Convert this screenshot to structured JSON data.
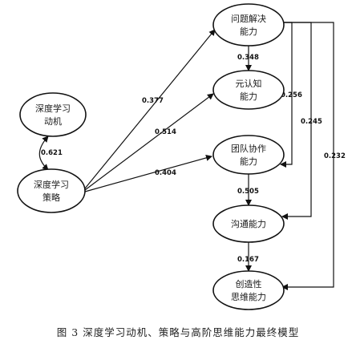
{
  "nodes": {
    "motivation": {
      "line1": "深度学习",
      "line2": "动机"
    },
    "strategy": {
      "line1": "深度学习",
      "line2": "策略"
    },
    "problem": {
      "line1": "问题解决",
      "line2": "能力"
    },
    "metacog": {
      "line1": "元认知",
      "line2": "能力"
    },
    "team": {
      "line1": "团队协作",
      "line2": "能力"
    },
    "comm": {
      "line1": "沟通能力",
      "line2": ""
    },
    "creative": {
      "line1": "创造性",
      "line2": "思维能力"
    }
  },
  "edges": {
    "motivation_strategy": "0.621",
    "strategy_problem": "0.377",
    "strategy_metacog": "0.514",
    "strategy_team": "0.404",
    "problem_metacog": "0.348",
    "problem_team": "0.256",
    "problem_comm": "0.245",
    "problem_creative": "0.232",
    "team_comm": "0.505",
    "comm_creative": "0.167"
  },
  "caption": "图 3  深度学习动机、策略与高阶思维能力最终模型"
}
